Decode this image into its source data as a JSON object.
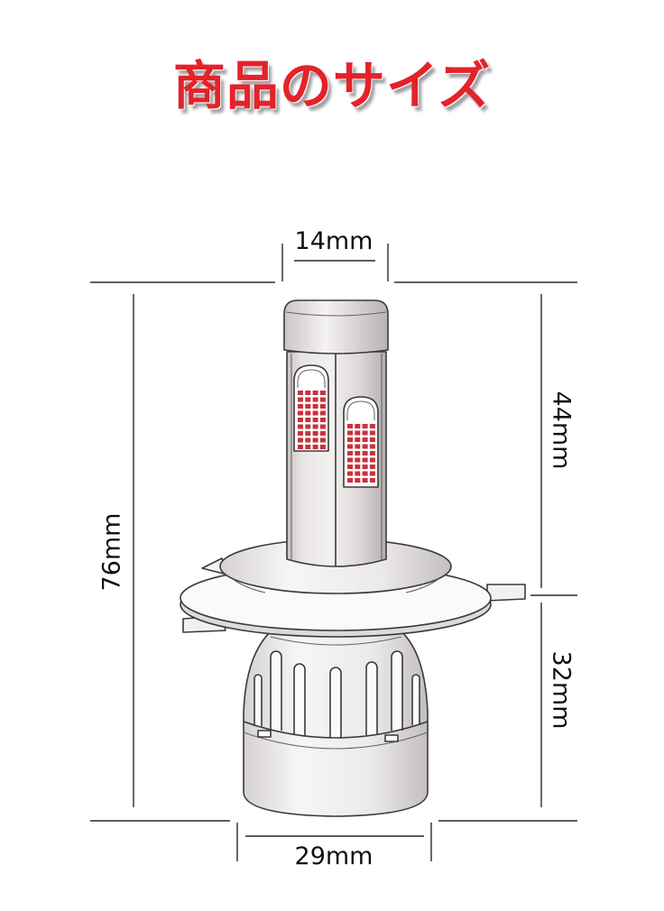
{
  "title": "商品のサイズ",
  "dimensions": {
    "top_width": "14mm",
    "upper_height": "44mm",
    "lower_height": "32mm",
    "total_height": "76mm",
    "bottom_width": "29mm"
  },
  "colors": {
    "title": "#e4222a",
    "led": "#c8323c",
    "line": "#2a2a2a"
  }
}
